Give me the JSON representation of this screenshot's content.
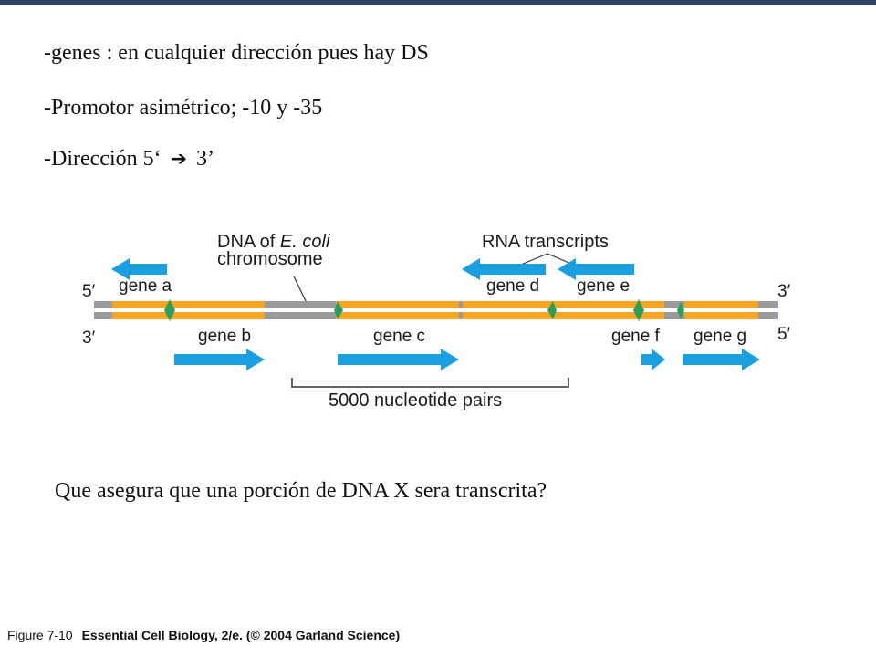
{
  "bullets": [
    "-genes : en cualquier dirección pues hay DS",
    "-Promotor asimétrico; -10 y -35",
    "-Dirección 5‘",
    "3’"
  ],
  "question": "Que asegura que una porción de DNA X sera transcrita?",
  "diagram": {
    "dna_label_line1_prefix": "DNA of",
    "dna_label_line1_italic": "E. coli",
    "dna_label_line2": "chromosome",
    "rna_label": "RNA transcripts",
    "top_strand_left_end": "5′",
    "top_strand_right_end": "3′",
    "bottom_strand_left_end": "3′",
    "bottom_strand_right_end": "5′",
    "genes_top": [
      "gene a",
      "gene d",
      "gene e"
    ],
    "genes_bottom": [
      "gene b",
      "gene c",
      "gene f",
      "gene g"
    ],
    "scale_label": "5000 nucleotide pairs",
    "colors": {
      "gene_region": "#f5a623",
      "intergenic": "#9a9a9a",
      "transcript_arrow": "#1a9fe0",
      "promoter": "#2ca05a"
    }
  },
  "caption": {
    "figure": "Figure 7-10",
    "source": "Essential Cell Biology, 2/e. (© 2004 Garland Science)"
  }
}
